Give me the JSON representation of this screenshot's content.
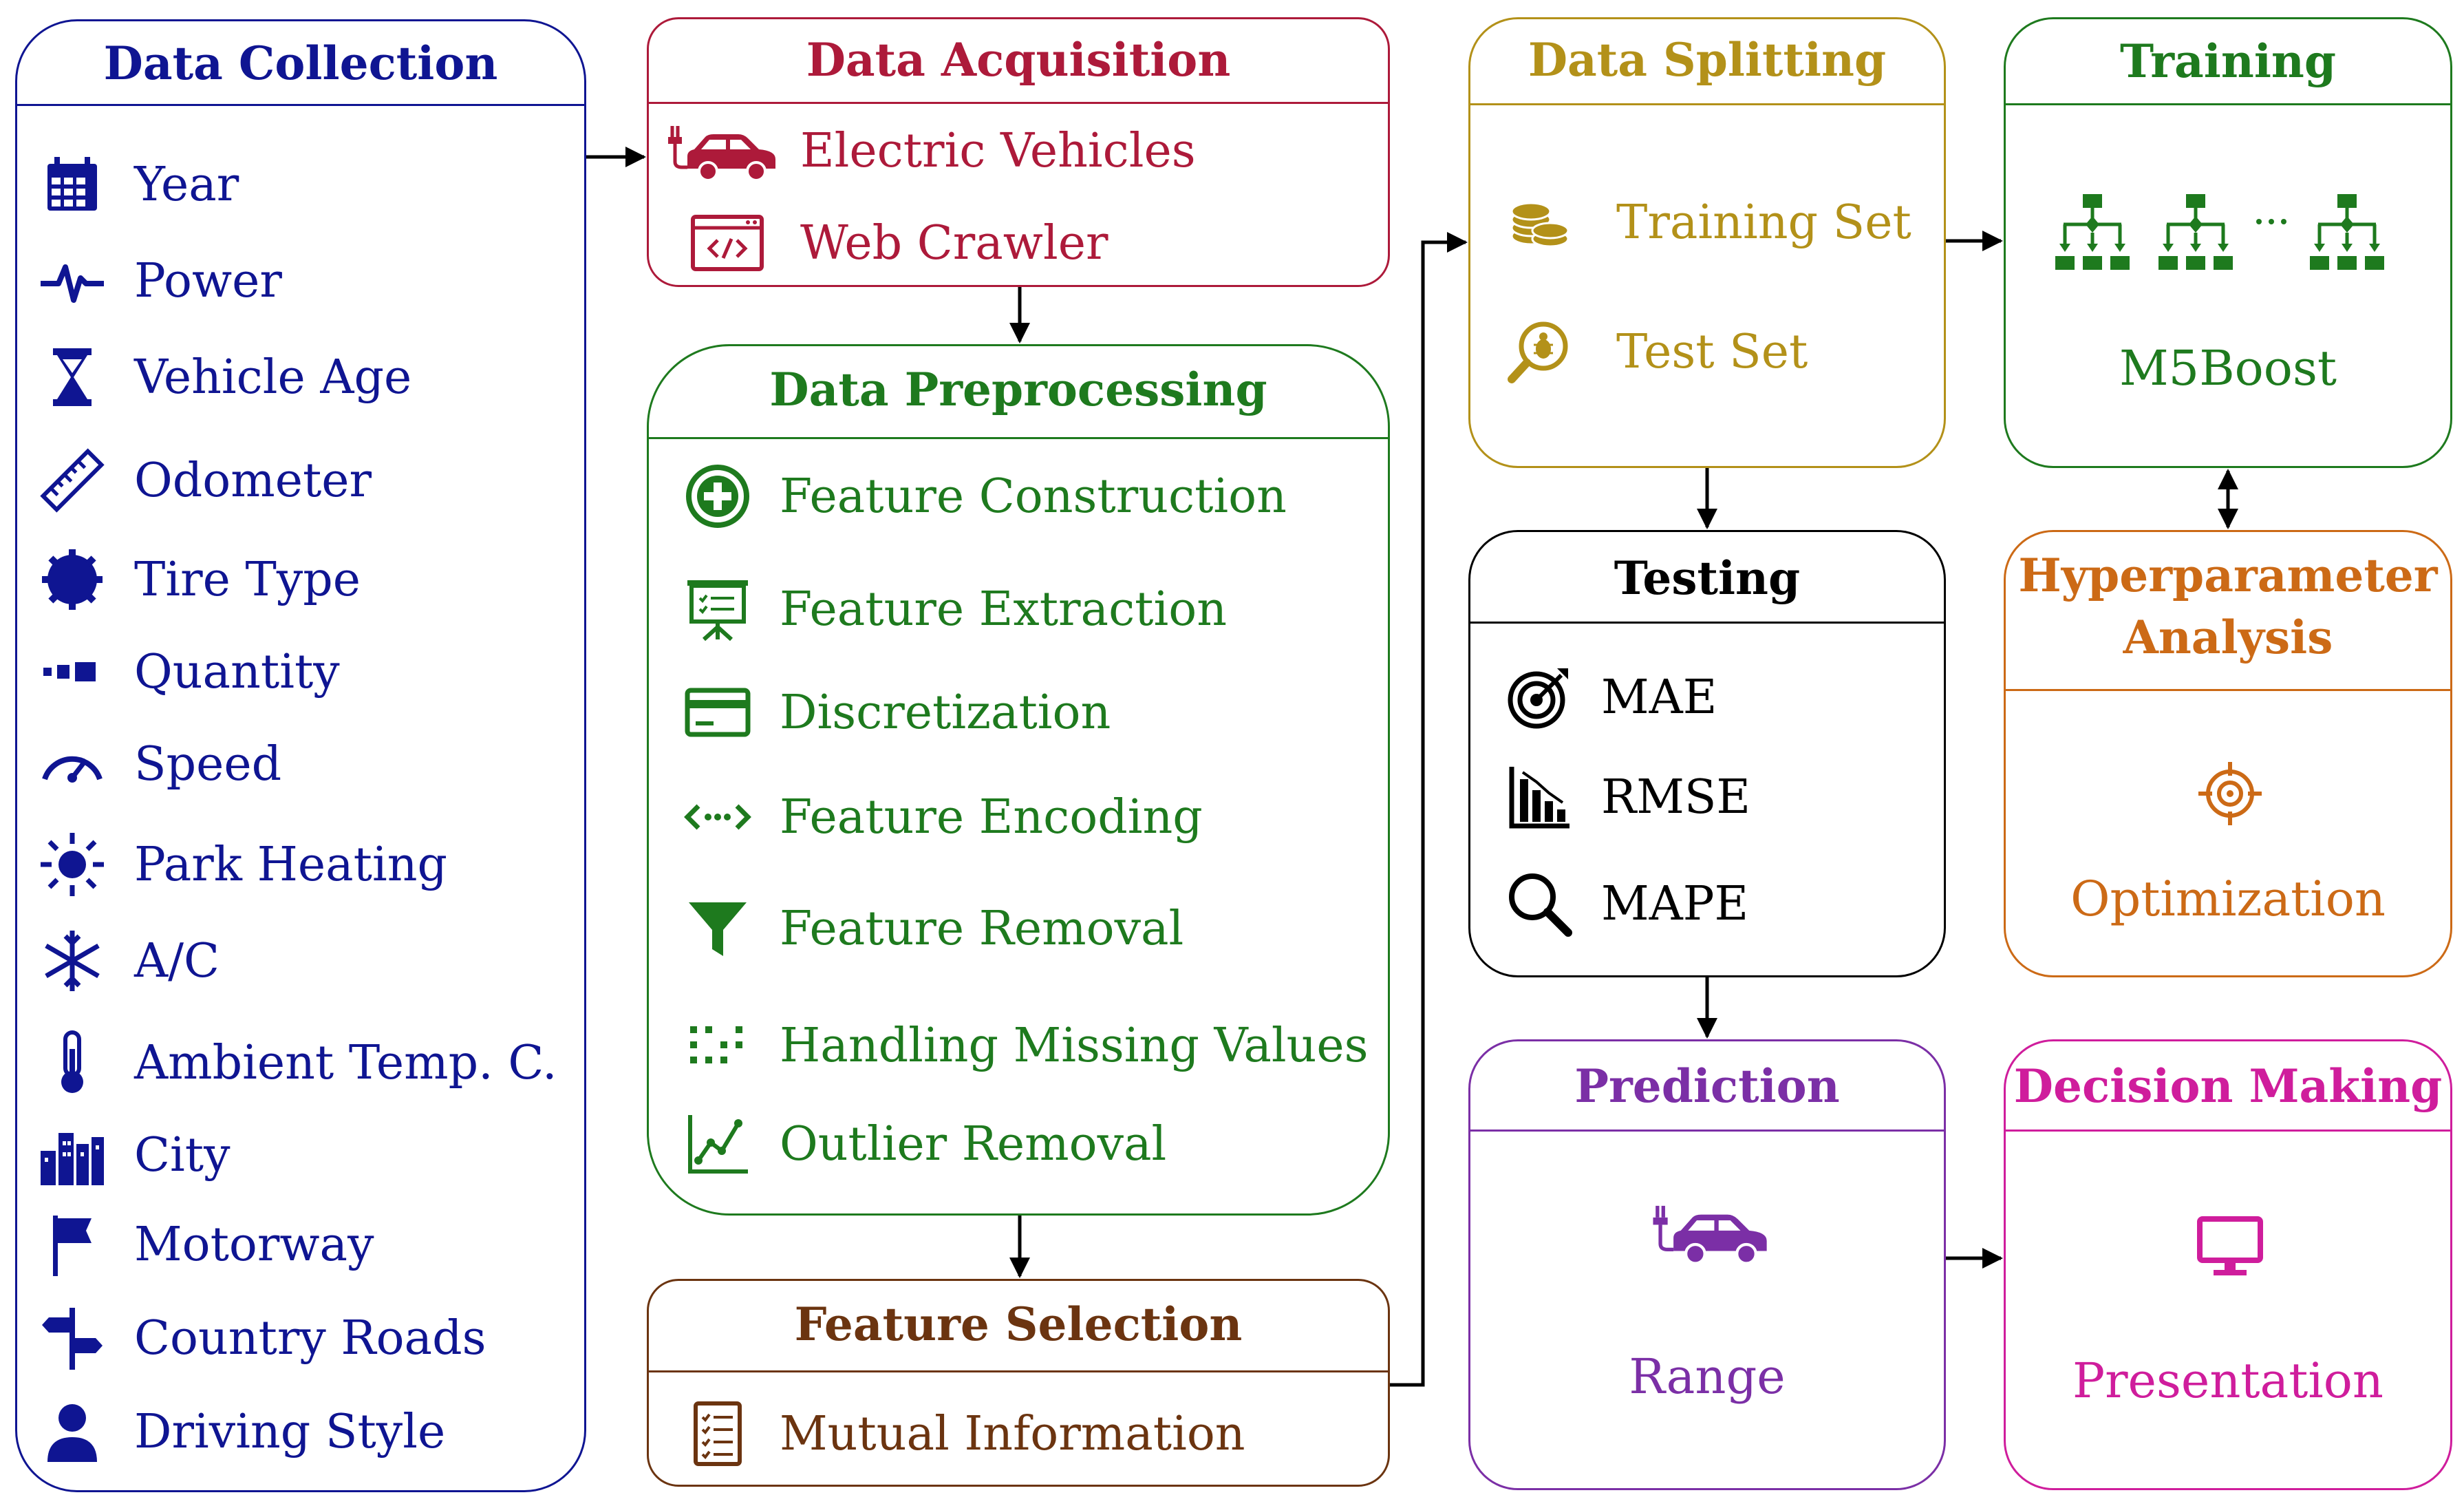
{
  "colors": {
    "collection": "#0f1592",
    "acquisition": "#ad1a3a",
    "preprocessing": "#1e7a1e",
    "selection": "#6b3410",
    "splitting": "#b39119",
    "training": "#1e7a1e",
    "testing": "#000000",
    "hyperparameter": "#cc6a16",
    "prediction": "#7b2fa6",
    "decision": "#cf1d9c"
  },
  "collection": {
    "title": "Data Collection",
    "items": [
      {
        "label": "Year",
        "icon": "calendar-icon"
      },
      {
        "label": "Power",
        "icon": "pulse-icon"
      },
      {
        "label": "Vehicle Age",
        "icon": "hourglass-icon"
      },
      {
        "label": "Odometer",
        "icon": "ruler-icon"
      },
      {
        "label": "Tire Type",
        "icon": "tire-icon"
      },
      {
        "label": "Quantity",
        "icon": "quantity-icon"
      },
      {
        "label": "Speed",
        "icon": "speedometer-icon"
      },
      {
        "label": "Park Heating",
        "icon": "sun-icon"
      },
      {
        "label": "A/C",
        "icon": "snowflake-icon"
      },
      {
        "label": "Ambient Temp. C.",
        "icon": "thermometer-icon"
      },
      {
        "label": "City",
        "icon": "city-icon"
      },
      {
        "label": "Motorway",
        "icon": "flag-icon"
      },
      {
        "label": "Country Roads",
        "icon": "signpost-icon"
      },
      {
        "label": "Driving Style",
        "icon": "person-icon"
      }
    ]
  },
  "acquisition": {
    "title": "Data Acquisition",
    "items": [
      {
        "label": "Electric Vehicles",
        "icon": "electric-car-icon"
      },
      {
        "label": "Web Crawler",
        "icon": "web-code-icon"
      }
    ]
  },
  "preprocessing": {
    "title": "Data Preprocessing",
    "items": [
      {
        "label": "Feature Construction",
        "icon": "plus-circle-icon"
      },
      {
        "label": "Feature Extraction",
        "icon": "presentation-board-icon"
      },
      {
        "label": "Discretization",
        "icon": "card-icon"
      },
      {
        "label": "Feature Encoding",
        "icon": "code-arrows-icon"
      },
      {
        "label": "Feature Removal",
        "icon": "filter-icon"
      },
      {
        "label": "Handling Missing Values",
        "icon": "dots-grid-icon"
      },
      {
        "label": "Outlier Removal",
        "icon": "chart-line-icon"
      }
    ]
  },
  "selection": {
    "title": "Feature Selection",
    "items": [
      {
        "label": "Mutual Information",
        "icon": "checklist-icon"
      }
    ]
  },
  "splitting": {
    "title": "Data Splitting",
    "items": [
      {
        "label": "Training Set",
        "icon": "coins-icon"
      },
      {
        "label": "Test Set",
        "icon": "bug-search-icon"
      }
    ]
  },
  "training": {
    "title": "Training",
    "icon": "tree-ensemble-icon",
    "label": "M5Boost"
  },
  "testing": {
    "title": "Testing",
    "items": [
      {
        "label": "MAE",
        "icon": "target-icon"
      },
      {
        "label": "RMSE",
        "icon": "bar-chart-icon"
      },
      {
        "label": "MAPE",
        "icon": "magnifier-icon"
      }
    ]
  },
  "hyperparameter": {
    "title_line1": "Hyperparameter",
    "title_line2": "Analysis",
    "icon": "crosshair-icon",
    "label": "Optimization"
  },
  "prediction": {
    "title": "Prediction",
    "icon": "electric-car-icon",
    "label": "Range"
  },
  "decision": {
    "title": "Decision Making",
    "icon": "monitor-icon",
    "label": "Presentation"
  }
}
